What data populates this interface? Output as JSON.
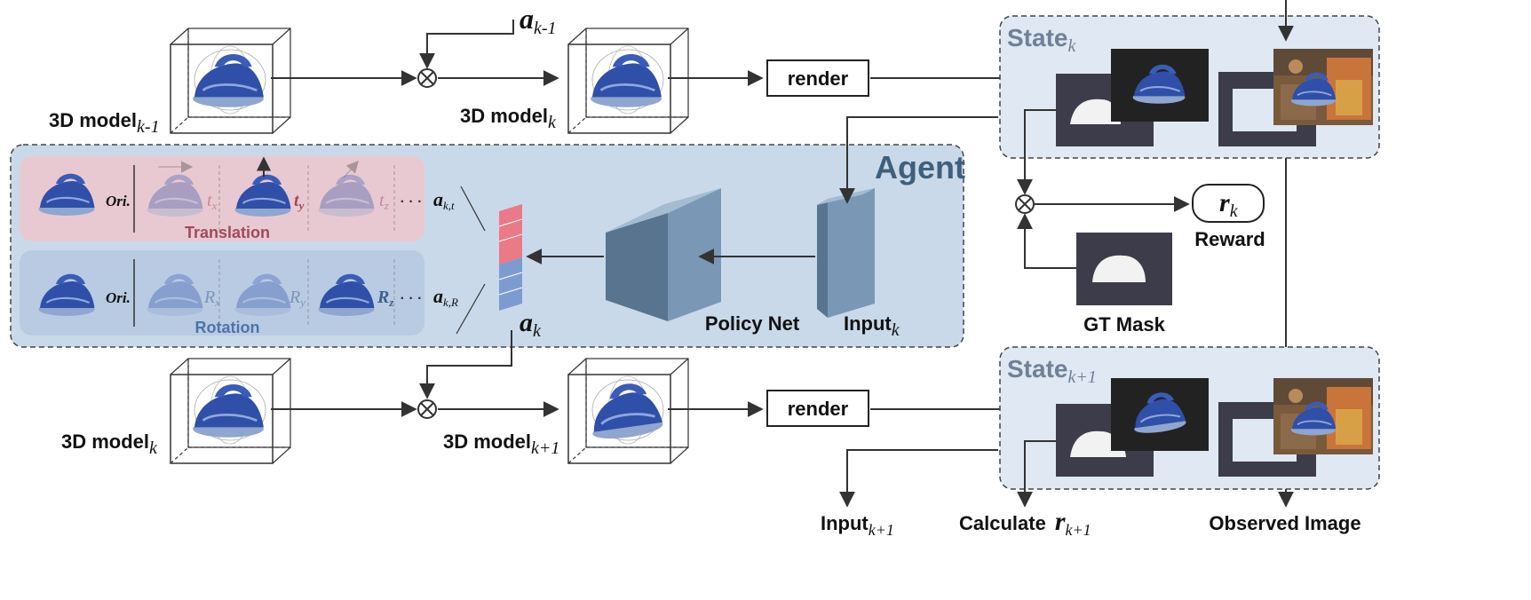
{
  "colors": {
    "agent_bg": "#c9d9ea",
    "state_bg": "#dfe8f3",
    "translation_bg": "#e9c9d1",
    "rotation_bg": "#b8cbe3",
    "iron_blue": "#2f4fa8",
    "policy_net": "#6f8ca5",
    "action_red": "#e97a86",
    "action_blue": "#7d9bd0",
    "dark_frame": "#3c3c4a"
  },
  "top_row": {
    "model_prev": {
      "main": "3D model",
      "sub": "k-1"
    },
    "action_prev": {
      "main": "a",
      "sub": "k-1"
    },
    "model_k": {
      "main": "3D model",
      "sub": "k"
    },
    "render": "render"
  },
  "state_k": {
    "main": "State",
    "sub": "k"
  },
  "agent": {
    "title": "Agent",
    "translation": {
      "caption": "Translation",
      "ori": "Ori.",
      "labels": [
        {
          "main": "t",
          "sub": "x"
        },
        {
          "main": "t",
          "sub": "y"
        },
        {
          "main": "t",
          "sub": "z"
        }
      ],
      "action": {
        "main": "a",
        "sub": "k,t"
      }
    },
    "rotation": {
      "caption": "Rotation",
      "ori": "Ori.",
      "labels": [
        {
          "main": "R",
          "sub": "x"
        },
        {
          "main": "R",
          "sub": "y"
        },
        {
          "main": "R",
          "sub": "z"
        }
      ],
      "action": {
        "main": "a",
        "sub": "k,R"
      }
    },
    "ellipsis": "· · ·",
    "action_vector": {
      "main": "a",
      "sub": "k"
    },
    "policy_net": "Policy Net",
    "input": {
      "main": "Input",
      "sub": "k"
    }
  },
  "reward": {
    "symbol": {
      "main": "r",
      "sub": "k"
    },
    "label": "Reward"
  },
  "gt_mask": "GT Mask",
  "bottom_row": {
    "model_k": {
      "main": "3D model",
      "sub": "k"
    },
    "model_next": {
      "main": "3D model",
      "sub": "k+1"
    },
    "render": "render"
  },
  "state_next": {
    "main": "State",
    "sub": "k+1"
  },
  "outputs": {
    "input_next": {
      "main": "Input",
      "sub": "k+1"
    },
    "calculate": {
      "main": "Calculate",
      "symbol": "r",
      "sub": "k+1"
    },
    "observed": "Observed Image"
  }
}
